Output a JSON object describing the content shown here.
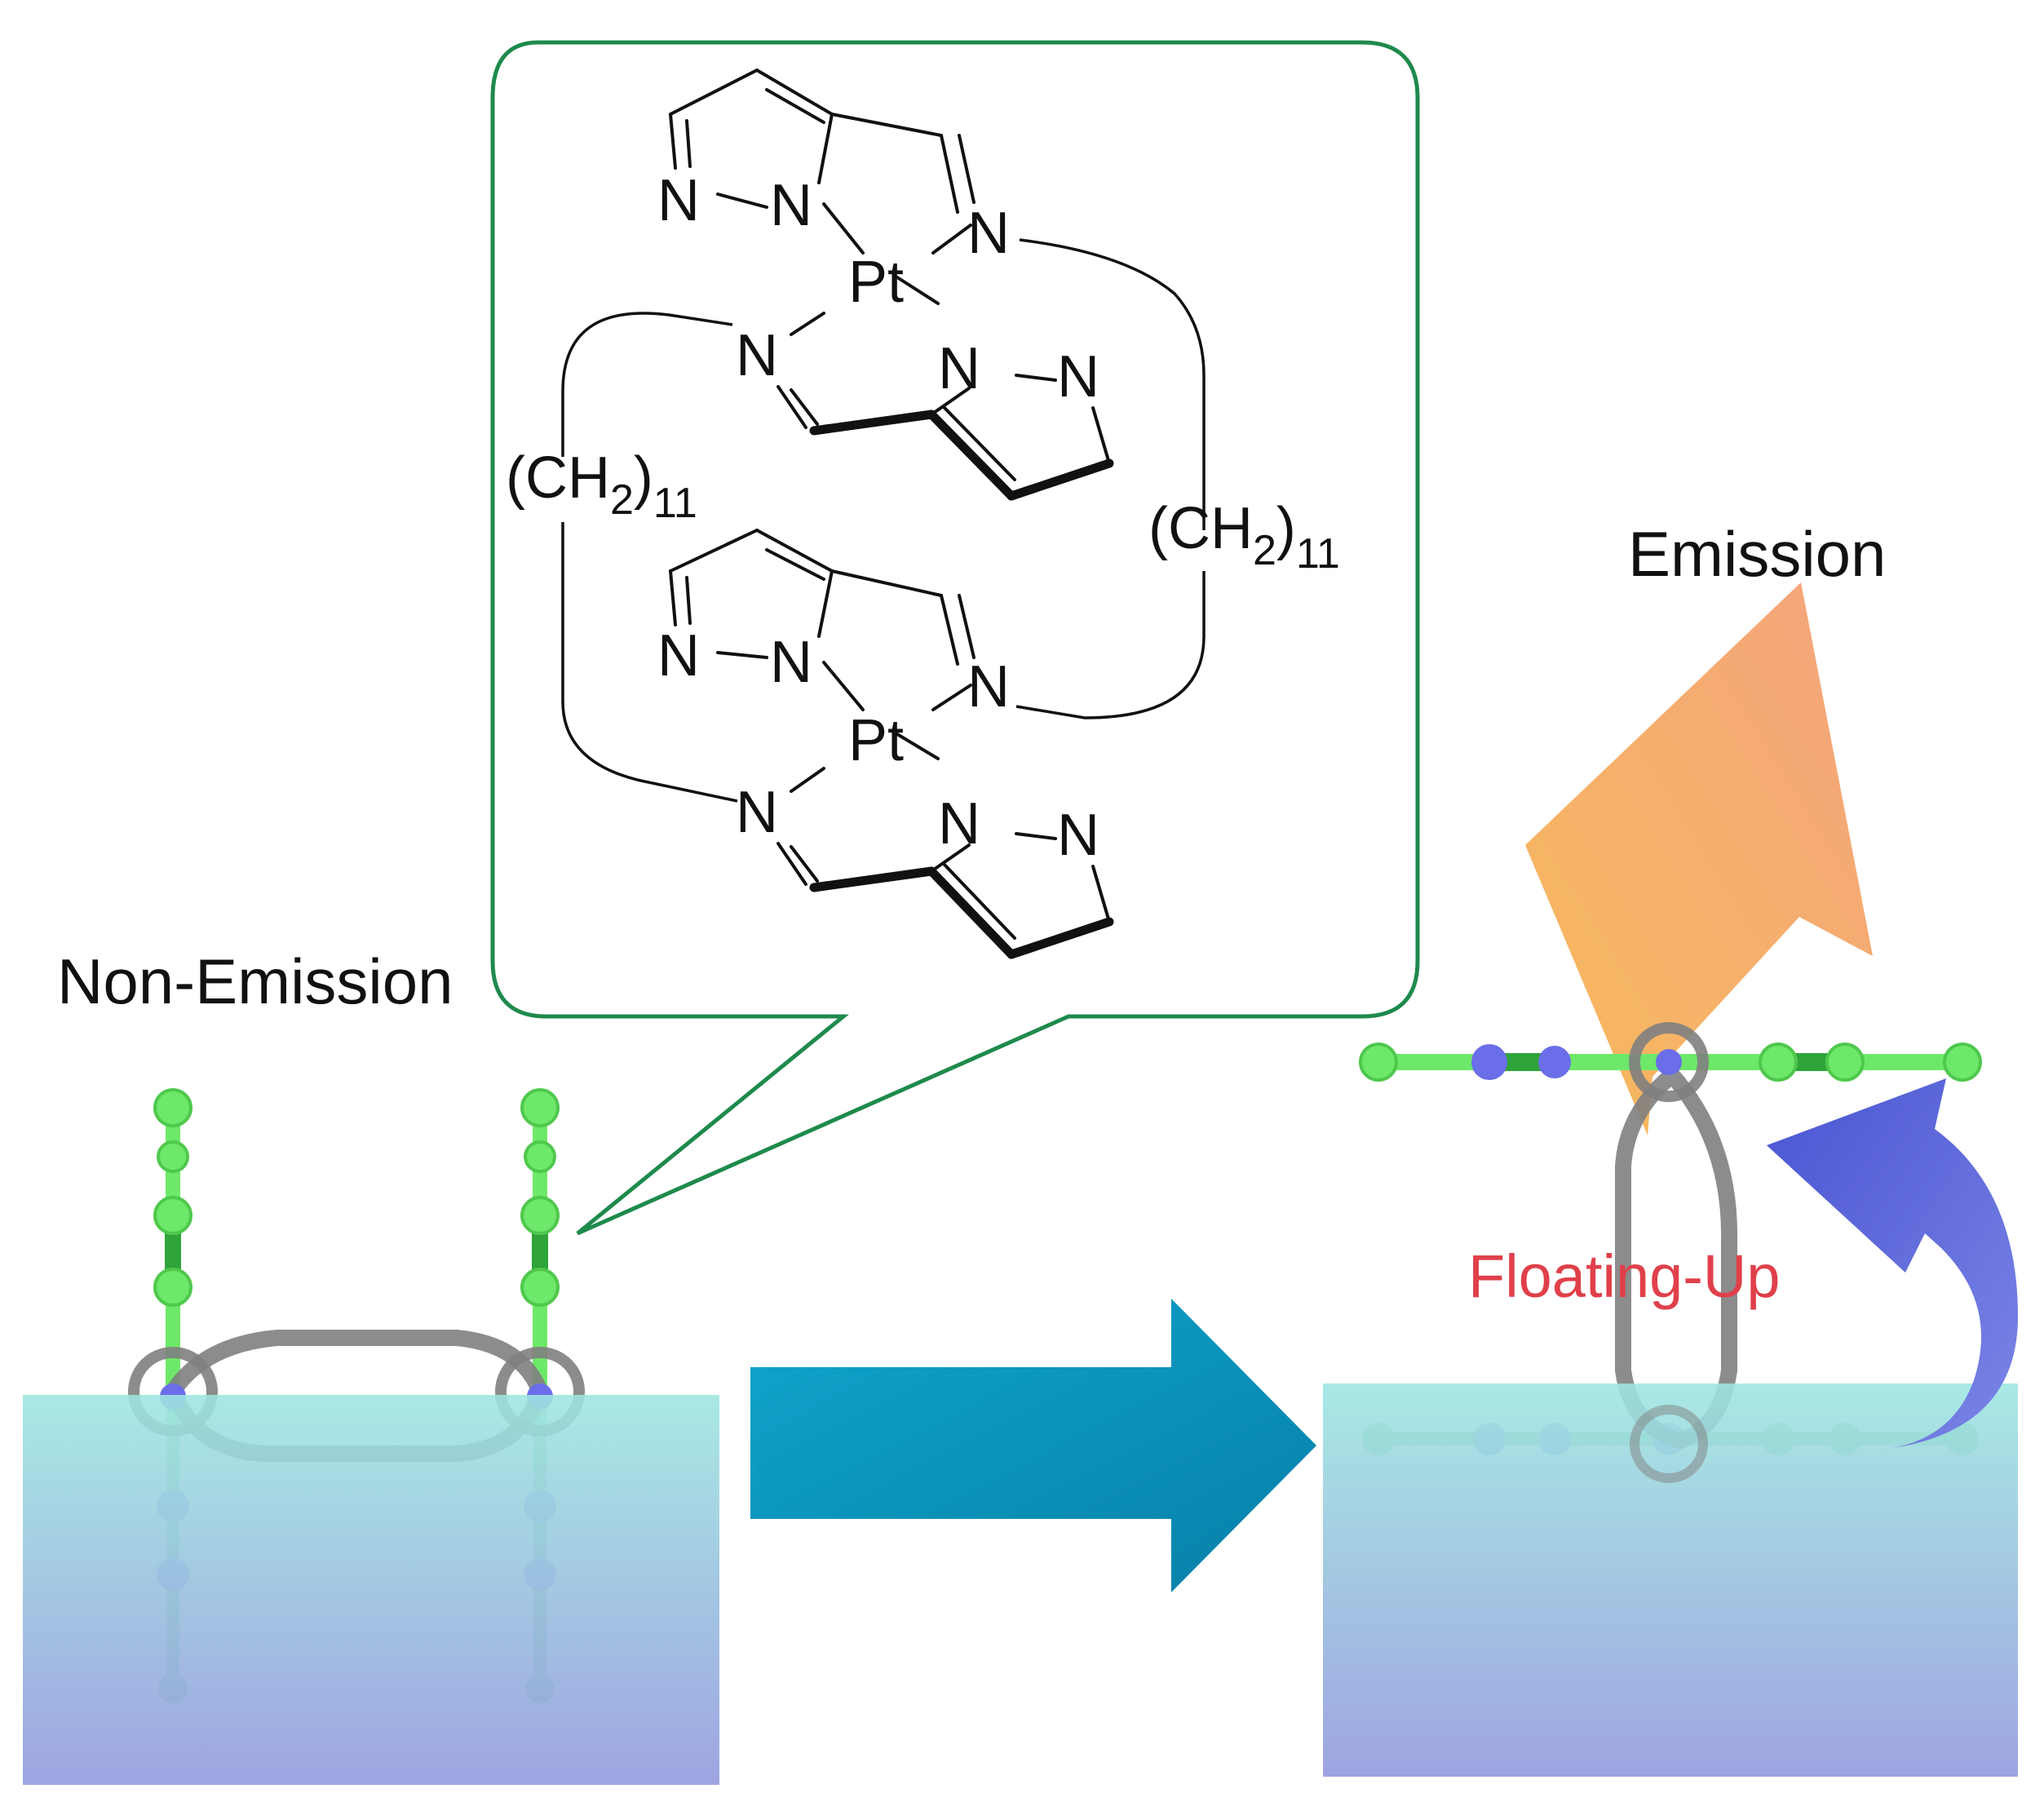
{
  "labels": {
    "non_emission": "Non-Emission",
    "emission": "Emission",
    "floating_up": "Floating-Up"
  },
  "structure": {
    "atoms": {
      "nitrogen": "N",
      "platinum": "Pt"
    },
    "linker": {
      "group": "(CH",
      "subscript_h": "2",
      "close": ")",
      "subscript_n": "11"
    }
  },
  "colors": {
    "callout_border": "#1e8a4c",
    "water_top": "#9de6e0",
    "water_bottom": "#9198dd",
    "ligand_green": "#6ee86a",
    "ligand_dark_green": "#2fa43a",
    "metal_node": "#6a6ee8",
    "linker_gray": "#7f7f7f",
    "arrow_blue": "#0a88b4",
    "emission_orange": "#f4a55c",
    "floating_text": "#e0404a",
    "curved_arrow": "#5561d8"
  },
  "icons": {
    "process_arrow": "right-arrow-icon",
    "emission_arrow": "up-arrow-icon",
    "floating_arrow": "curved-arrow-icon"
  }
}
